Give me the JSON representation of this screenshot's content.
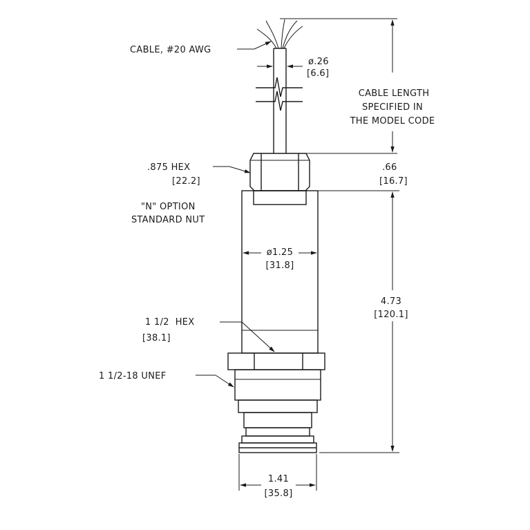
{
  "cable_label": "CABLE, #20 AWG",
  "cable_dia": {
    "in": "ø.26",
    "mm": "[6.6]"
  },
  "cable_length": [
    "CABLE LENGTH",
    "SPECIFIED IN",
    "THE MODEL CODE"
  ],
  "nut_hex": {
    "in": ".875 HEX",
    "mm": "[22.2]"
  },
  "nut_height": {
    "in": ".66",
    "mm": "[16.7]"
  },
  "nut_option": [
    "\"N\" OPTION",
    "STANDARD NUT"
  ],
  "body_dia": {
    "in": "ø1.25",
    "mm": "[31.8]"
  },
  "body_length": {
    "in": "4.73",
    "mm": "[120.1]"
  },
  "hex": {
    "in": "1 1/2  HEX",
    "mm": "[38.1]"
  },
  "thread": "1 1/2-18 UNEF",
  "base_dia": {
    "in": "1.41",
    "mm": "[35.8]"
  }
}
